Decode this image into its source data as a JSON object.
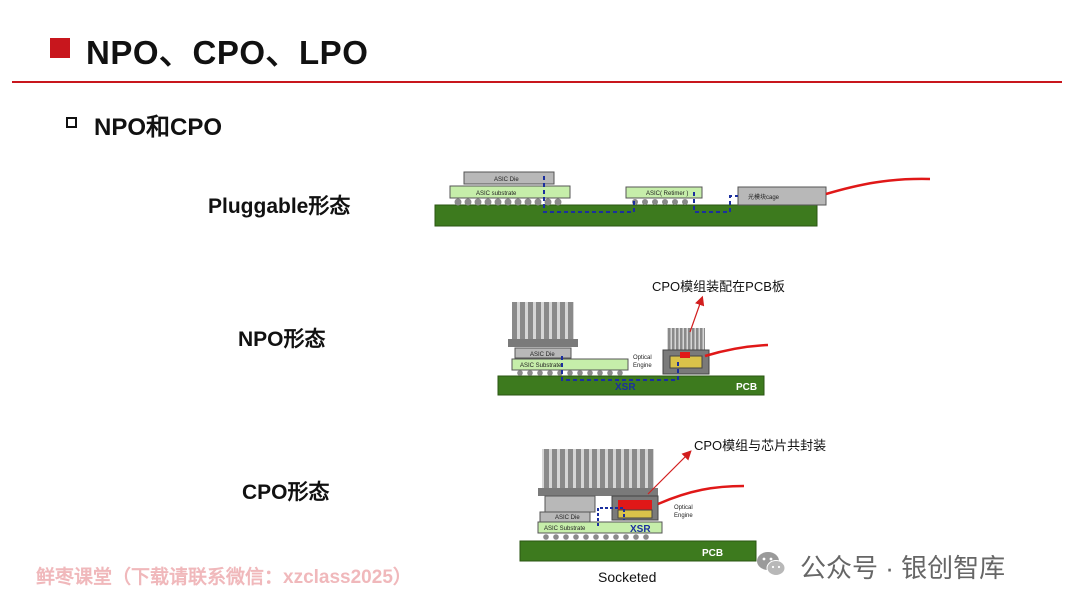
{
  "title": "NPO、CPO、LPO",
  "subtitle": "NPO和CPO",
  "rows": {
    "pluggable": {
      "label": "Pluggable形态",
      "asic_die": "ASIC Die",
      "asic_substrate": "ASIC substrate",
      "retimer": "ASIC( Retimer )",
      "cage": "光模块cage"
    },
    "npo": {
      "label": "NPO形态",
      "annotation": "CPO模组装配在PCB板",
      "asic_die": "ASIC Die",
      "asic_substrate": "ASIC Substrate",
      "optical_engine_1": "Optical",
      "optical_engine_2": "Engine",
      "xsr": "XSR",
      "pcb": "PCB"
    },
    "cpo": {
      "label": "CPO形态",
      "annotation": "CPO模组与芯片共封装",
      "asic_die": "ASIC Die",
      "asic_substrate": "ASIC Substrate",
      "optical_engine_1": "Optical",
      "optical_engine_2": "Engine",
      "xsr": "XSR",
      "pcb": "PCB",
      "socketed": "Socketed"
    }
  },
  "watermark": {
    "left": "鲜枣课堂（下载请联系微信：xzclass2025）",
    "right": "公众号 · 银创智库"
  },
  "colors": {
    "accent_red": "#c8161d",
    "pcb_green": "#3d7a1e",
    "substrate_green": "#c6eeaa",
    "die_gray": "#b8b8b8",
    "signal_blue": "#1b2f9e"
  }
}
